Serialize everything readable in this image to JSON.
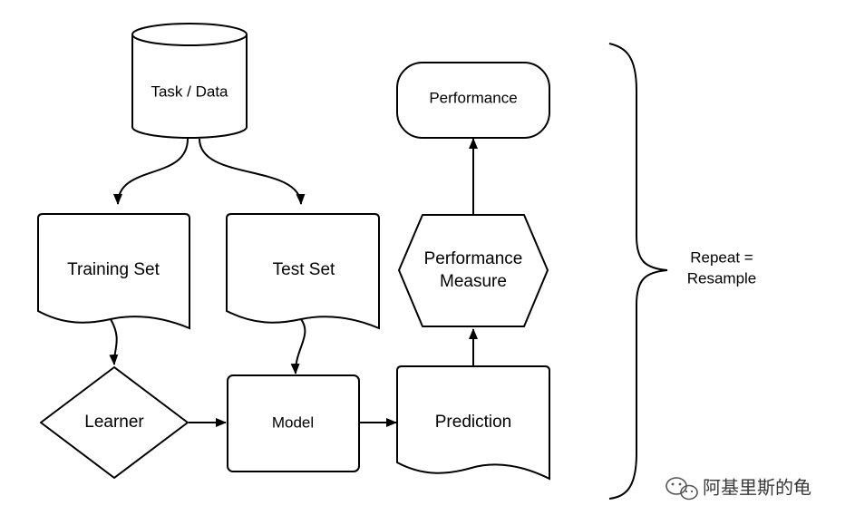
{
  "nodes": {
    "task_data": "Task / Data",
    "training_set": "Training Set",
    "test_set": "Test Set",
    "learner": "Learner",
    "model": "Model",
    "prediction": "Prediction",
    "performance_measure_line1": "Performance",
    "performance_measure_line2": "Measure",
    "performance": "Performance"
  },
  "brace": {
    "line1": "Repeat =",
    "line2": "Resample"
  },
  "watermark": {
    "text": "阿基里斯的龟"
  },
  "edges": [
    {
      "from": "task_data",
      "to": "training_set"
    },
    {
      "from": "task_data",
      "to": "test_set"
    },
    {
      "from": "training_set",
      "to": "learner"
    },
    {
      "from": "test_set",
      "to": "model"
    },
    {
      "from": "learner",
      "to": "model"
    },
    {
      "from": "model",
      "to": "prediction"
    },
    {
      "from": "prediction",
      "to": "performance_measure"
    },
    {
      "from": "performance_measure",
      "to": "performance"
    }
  ]
}
